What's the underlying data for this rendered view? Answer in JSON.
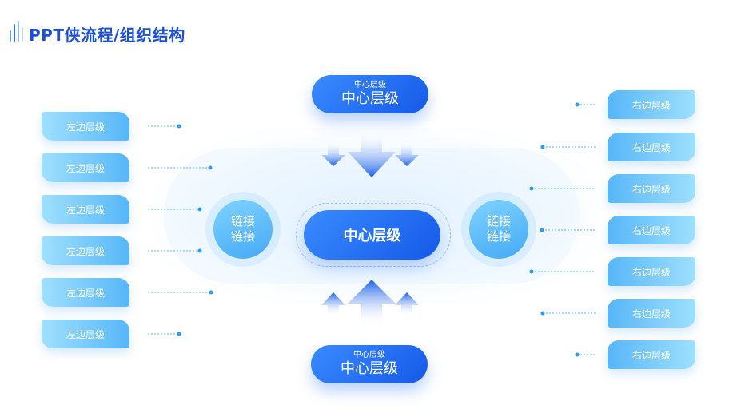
{
  "title": "PPT侠流程/组织结构",
  "top_node": {
    "small_label": "中心层级",
    "big_label": "中心层级"
  },
  "bottom_node": {
    "small_label": "中心层级",
    "big_label": "中心层级"
  },
  "center_node": {
    "label": "中心层级"
  },
  "link_left": {
    "line1": "链接",
    "line2": "链接"
  },
  "link_right": {
    "line1": "链接",
    "line2": "链接"
  },
  "left_items": [
    "左边层级",
    "左边层级",
    "左边层级",
    "左边层级",
    "左边层级",
    "左边层级"
  ],
  "right_items": [
    "右边层级",
    "右边层级",
    "右边层级",
    "右边层级",
    "右边层级",
    "右边层级",
    "右边层级"
  ],
  "colors": {
    "accent": "#1559e8",
    "light": "#56b6f7",
    "title": "#1a4fd8"
  }
}
